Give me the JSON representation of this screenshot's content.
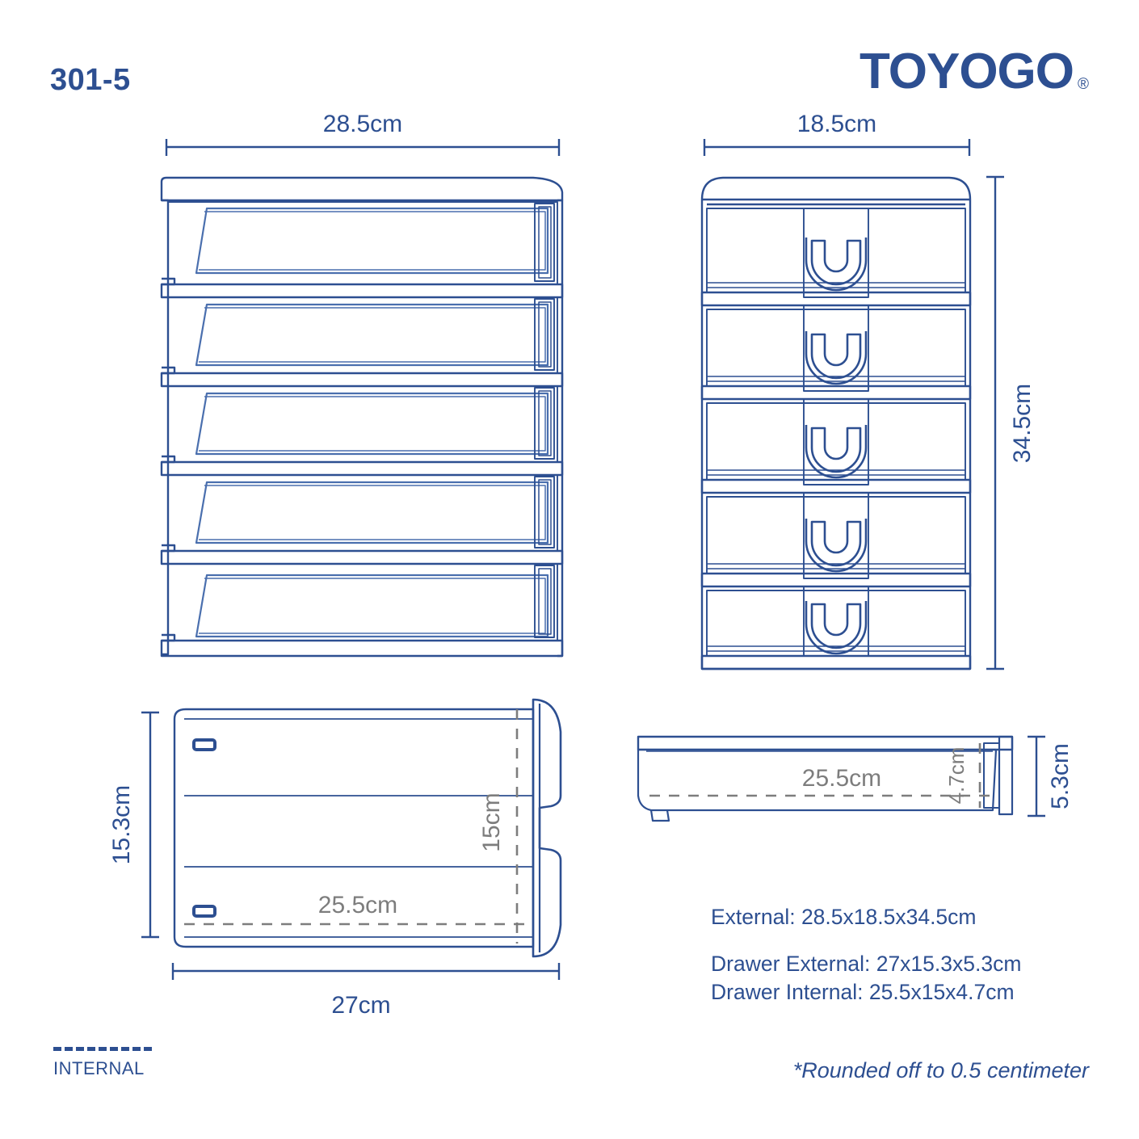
{
  "header": {
    "model_number": "301-5",
    "brand": "TOYOGO",
    "brand_mark": "®"
  },
  "colors": {
    "line_blue": "#2d4f91",
    "line_blue_light": "#4a6fae",
    "internal_gray": "#7d7d7d",
    "background": "#ffffff"
  },
  "views": {
    "front": {
      "name": "front-elevation",
      "width_label": "28.5cm",
      "drawer_count": 5
    },
    "side": {
      "name": "side-elevation",
      "width_label": "18.5cm",
      "height_label": "34.5cm",
      "drawer_count": 5
    },
    "drawer_top": {
      "name": "drawer-top-view",
      "height_label": "15.3cm",
      "width_label": "27cm",
      "internal_width_label": "25.5cm",
      "internal_depth_label": "15cm"
    },
    "drawer_side": {
      "name": "drawer-side-view",
      "internal_length_label": "25.5cm",
      "internal_height_label": "4.7cm",
      "external_height_label": "5.3cm"
    }
  },
  "specifications": {
    "external": "External: 28.5x18.5x34.5cm",
    "drawer_external": "Drawer External: 27x15.3x5.3cm",
    "drawer_internal": "Drawer Internal: 25.5x15x4.7cm"
  },
  "legend": {
    "internal_label": "INTERNAL"
  },
  "footnote": {
    "text": "*Rounded off to 0.5 centimeter"
  }
}
